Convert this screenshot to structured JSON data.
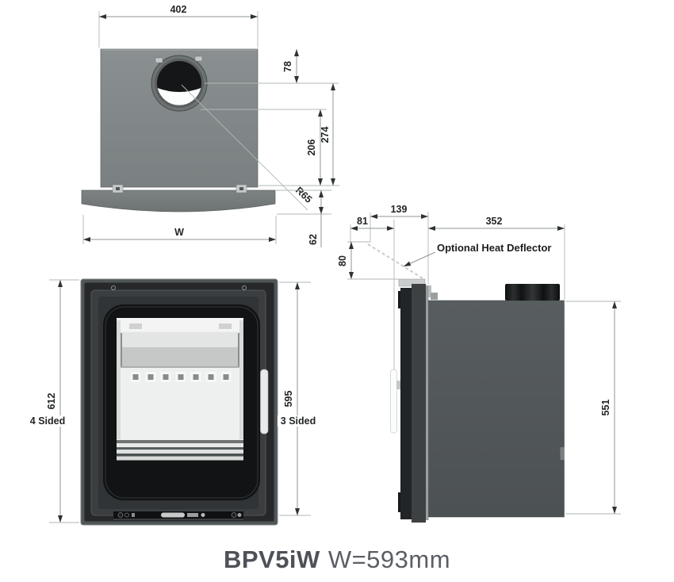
{
  "title": {
    "model": "BPV5iW",
    "width_spec": "W=593mm"
  },
  "dims": {
    "d402": "402",
    "d78": "78",
    "d274": "274",
    "d206": "206",
    "r65": "R65",
    "d62": "62",
    "w": "W",
    "d139": "139",
    "d81": "81",
    "d352": "352",
    "d80": "80",
    "d551": "551",
    "d612": "612",
    "d595": "595"
  },
  "labels": {
    "four_sided": "4 Sided",
    "three_sided": "3 Sided",
    "deflector": "Optional Heat Deflector"
  },
  "colors": {
    "top_body_gray": "#7e8485",
    "side_body_gray": "#53585a",
    "front_frame_dark": "#26282a",
    "firebox_white": "#eef0ef",
    "flue_black": "#141617",
    "dim_line": "#8f9596",
    "dim_text": "#232526",
    "title_text": "#4e5158"
  }
}
